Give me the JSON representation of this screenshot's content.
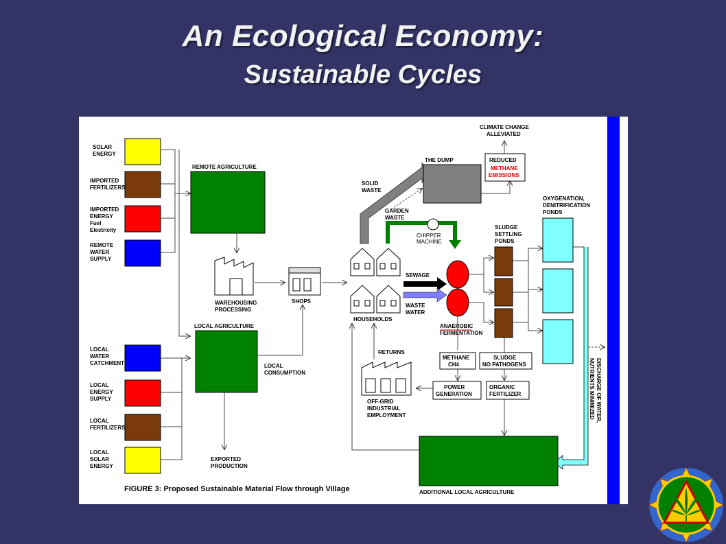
{
  "slide": {
    "title": "An Ecological Economy:",
    "subtitle": "Sustainable Cycles"
  },
  "figure": {
    "caption": "FIGURE 3: Proposed Sustainable Material Flow through Village"
  },
  "inputs": {
    "solar_energy": [
      "SOLAR",
      "ENERGY"
    ],
    "imported_fertilizers": [
      "IMPORTED",
      "FERTILIZERS"
    ],
    "imported_energy": [
      "IMPORTED",
      "ENERGY",
      "Fuel",
      "Electricity"
    ],
    "remote_water": [
      "REMOTE",
      "WATER",
      "SUPPLY"
    ],
    "local_water": [
      "LOCAL",
      "WATER",
      "CATCHMENT"
    ],
    "local_energy": [
      "LOCAL",
      "ENERGY",
      "SUPPLY"
    ],
    "local_fertilizers": [
      "LOCAL",
      "FERTILIZERS"
    ],
    "local_solar": [
      "LOCAL",
      "SOLAR",
      "ENERGY"
    ]
  },
  "nodes": {
    "remote_agriculture": "REMOTE   AGRICULTURE",
    "warehousing": [
      "WAREHOUSING",
      "PROCESSING"
    ],
    "shops": "SHOPS",
    "local_agriculture": "LOCAL AGRICULTURE",
    "local_consumption": [
      "LOCAL",
      "CONSUMPTION"
    ],
    "exported_production": [
      "EXPORTED",
      "PRODUCTION"
    ],
    "households": "HOUSEHOLDS",
    "solid_waste": [
      "SOLID",
      "WASTE"
    ],
    "garden_waste": [
      "GARDEN",
      "WASTE"
    ],
    "the_dump": "THE DUMP",
    "climate_change": [
      "CLIMATE CHANGE",
      "ALLEVIATED"
    ],
    "reduced": "REDUCED",
    "methane_emissions": [
      "METHANE",
      "EMISSIONS"
    ],
    "chipper": [
      "CHIPPER",
      "MACHINE"
    ],
    "sewage": "SEWAGE",
    "waste_water": [
      "WASTE",
      "WATER"
    ],
    "anaerobic": [
      "ANAEROBIC",
      "FERMENTATION"
    ],
    "sludge_settling": [
      "SLUDGE",
      "SETTLING",
      "PONDS"
    ],
    "oxygenation": [
      "OXYGENATION,",
      "DENITRIFICATION",
      "PONDS"
    ],
    "methane_ch4": [
      "METHANE",
      "CH4"
    ],
    "sludge_no_pathogens": [
      "SLUDGE",
      "NO  PATHOGENS"
    ],
    "power_generation": [
      "POWER",
      "GENERATION"
    ],
    "organic_fertilizer": [
      "ORGANIC",
      "FERTILIZER"
    ],
    "returns": "RETURNS",
    "off_grid": [
      "OFF-GRID",
      "INDUSTRIAL",
      "EMPLOYMENT"
    ],
    "discharge": [
      "DISCHARGE OF WATER,",
      "NUTRIENTS MINIMIZED"
    ],
    "additional_agriculture": "ADDITIONAL   LOCAL AGRICULTURE"
  },
  "colors": {
    "background": "#333366",
    "solar": "#ffff00",
    "fertilizer": "#7a3a0a",
    "energy": "#ff0000",
    "water": "#0000ff",
    "agriculture": "#008000",
    "pond": "#80ffff",
    "dump": "#808080"
  }
}
